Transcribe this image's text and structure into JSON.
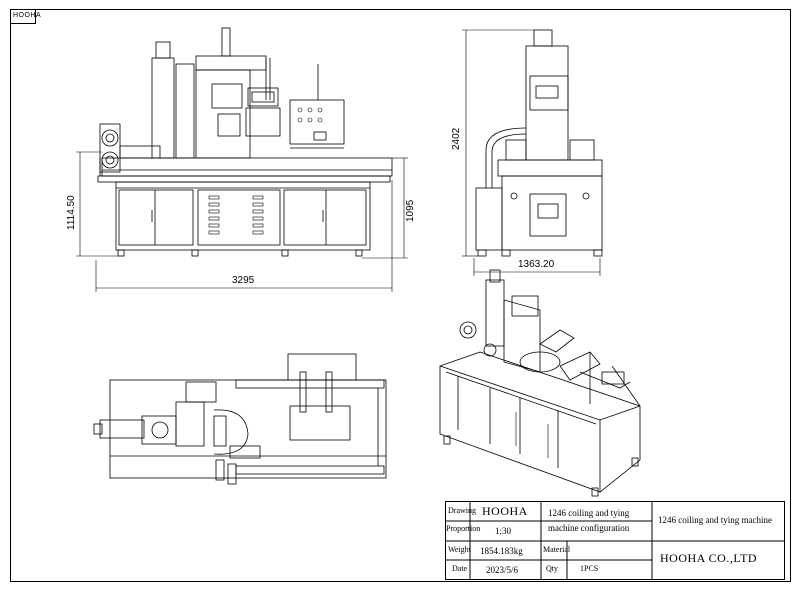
{
  "sheet": {
    "corner_tag": "HOOHA"
  },
  "dimensions": {
    "front_width": "3295",
    "front_height_left": "1114.50",
    "front_height_right": "1095",
    "side_width": "1363.20",
    "side_height": "2402"
  },
  "title_block": {
    "drawing_label": "Drawing",
    "drawing_value": "HOOHA",
    "proportion_label": "Proportion",
    "proportion_value": "1:30",
    "weight_label": "Weight",
    "weight_value": "1854.183kg",
    "date_label": "Date",
    "date_value": "2023/5/6",
    "material_label": "Material",
    "qty_label": "Qty",
    "qty_value": "1PCS",
    "configuration_line1": "1246 coiling and tying",
    "configuration_line2": "machine configuration",
    "machine_name": "1246 coiling and tying machine",
    "company": "HOOHA CO.,LTD"
  }
}
